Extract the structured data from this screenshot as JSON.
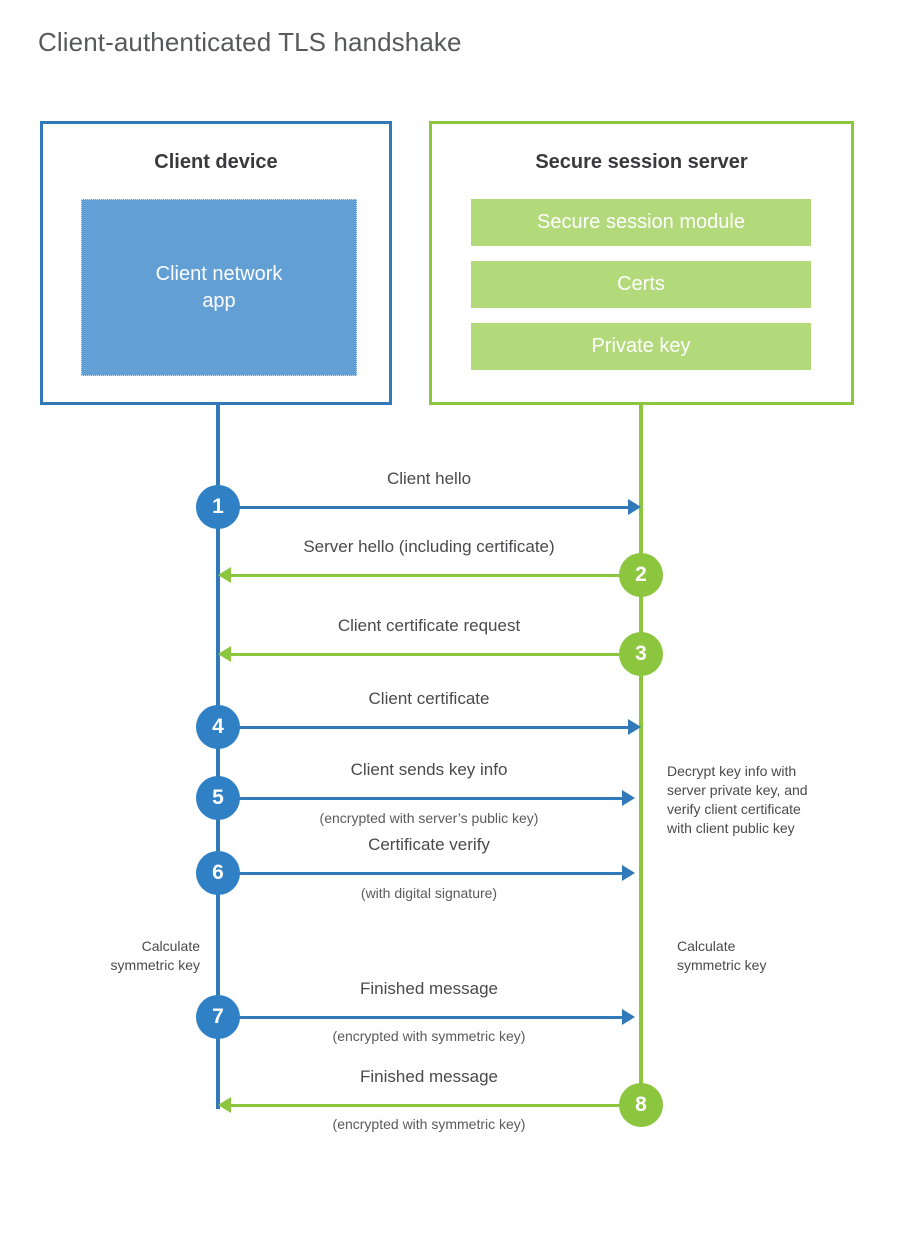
{
  "title": "Client-authenticated TLS handshake",
  "colors": {
    "client_blue": "#3179b8",
    "client_app_blue": "#629fd4",
    "client_circle_blue": "#2f80c4",
    "server_green": "#8cc63f",
    "server_bar_green": "#b2d97a",
    "title_gray": "#58595b",
    "text_gray": "#4a4a4c"
  },
  "client": {
    "title": "Client device",
    "app_label": "Client network\napp"
  },
  "server": {
    "title": "Secure session server",
    "bars": [
      {
        "label": "Secure session module"
      },
      {
        "label": "Certs"
      },
      {
        "label": "Private key"
      }
    ]
  },
  "messages": [
    {
      "number": "1",
      "label": "Client hello",
      "sub": "",
      "direction": "client-to-server",
      "color": "blue"
    },
    {
      "number": "2",
      "label": "Server hello (including certificate)",
      "sub": "",
      "direction": "server-to-client",
      "color": "green"
    },
    {
      "number": "3",
      "label": "Client certificate request",
      "sub": "",
      "direction": "server-to-client",
      "color": "green"
    },
    {
      "number": "4",
      "label": "Client certificate",
      "sub": "",
      "direction": "client-to-server",
      "color": "blue"
    },
    {
      "number": "5",
      "label": "Client sends key info",
      "sub": "(encrypted with server’s public key)",
      "direction": "client-to-server",
      "color": "blue"
    },
    {
      "number": "6",
      "label": "Certificate verify",
      "sub": "(with digital signature)",
      "direction": "client-to-server",
      "color": "blue"
    },
    {
      "number": "7",
      "label": "Finished message",
      "sub": "(encrypted with symmetric key)",
      "direction": "client-to-server",
      "color": "blue"
    },
    {
      "number": "8",
      "label": "Finished message",
      "sub": "(encrypted with symmetric key)",
      "direction": "server-to-client",
      "color": "green"
    }
  ],
  "notes": {
    "decrypt": "Decrypt key info with\nserver private key, and\nverify client certificate\nwith client public key",
    "calculate_client": "Calculate\nsymmetric key",
    "calculate_server": "Calculate\nsymmetric key"
  }
}
